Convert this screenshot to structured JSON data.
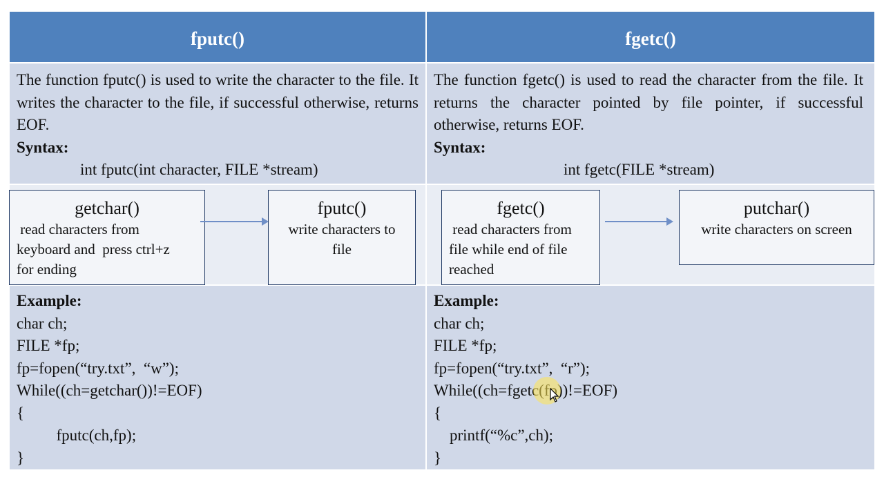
{
  "left": {
    "header": "fputc()",
    "description": "The function fputc() is used to write the character to the file. It writes the character to the file, if successful otherwise, returns EOF.",
    "syntax_label": "Syntax:",
    "syntax": "int fputc(int character, FILE *stream)",
    "box1": {
      "title": "getchar()",
      "desc_lines": [
        " read characters from",
        "keyboard and  press ctrl+z",
        "for ending"
      ]
    },
    "box2": {
      "title": "fputc()",
      "desc_lines": [
        "write characters to",
        "file"
      ]
    },
    "example_label": "Example:",
    "code": [
      "char ch;",
      "FILE *fp;",
      "fp=fopen(“try.txt”,  “w”);",
      "While((ch=getchar())!=EOF)",
      "{",
      "          fputc(ch,fp);",
      "}"
    ]
  },
  "right": {
    "header": "fgetc()",
    "description": "The function fgetc() is used to read the character from the file. It returns the character pointed by file pointer, if successful otherwise, returns EOF.",
    "syntax_label": "Syntax:",
    "syntax": "int fgetc(FILE *stream)",
    "box1": {
      "title": "fgetc()",
      "desc_lines": [
        " read characters from",
        "file while end of file",
        "reached"
      ]
    },
    "box2": {
      "title": "putchar()",
      "desc_lines": [
        "write characters on screen"
      ]
    },
    "example_label": "Example:",
    "code": [
      "char ch;",
      "FILE *fp;",
      "fp=fopen(“try.txt”,  “r”);",
      "While((ch=fgetc(fp))!=EOF)",
      "{",
      "    printf(“%c”,ch);",
      "}"
    ]
  },
  "colors": {
    "header": "#4f81bd",
    "row": "#d0d8e8",
    "band": "#e9edf4",
    "arrow": "#6f8fc7"
  }
}
